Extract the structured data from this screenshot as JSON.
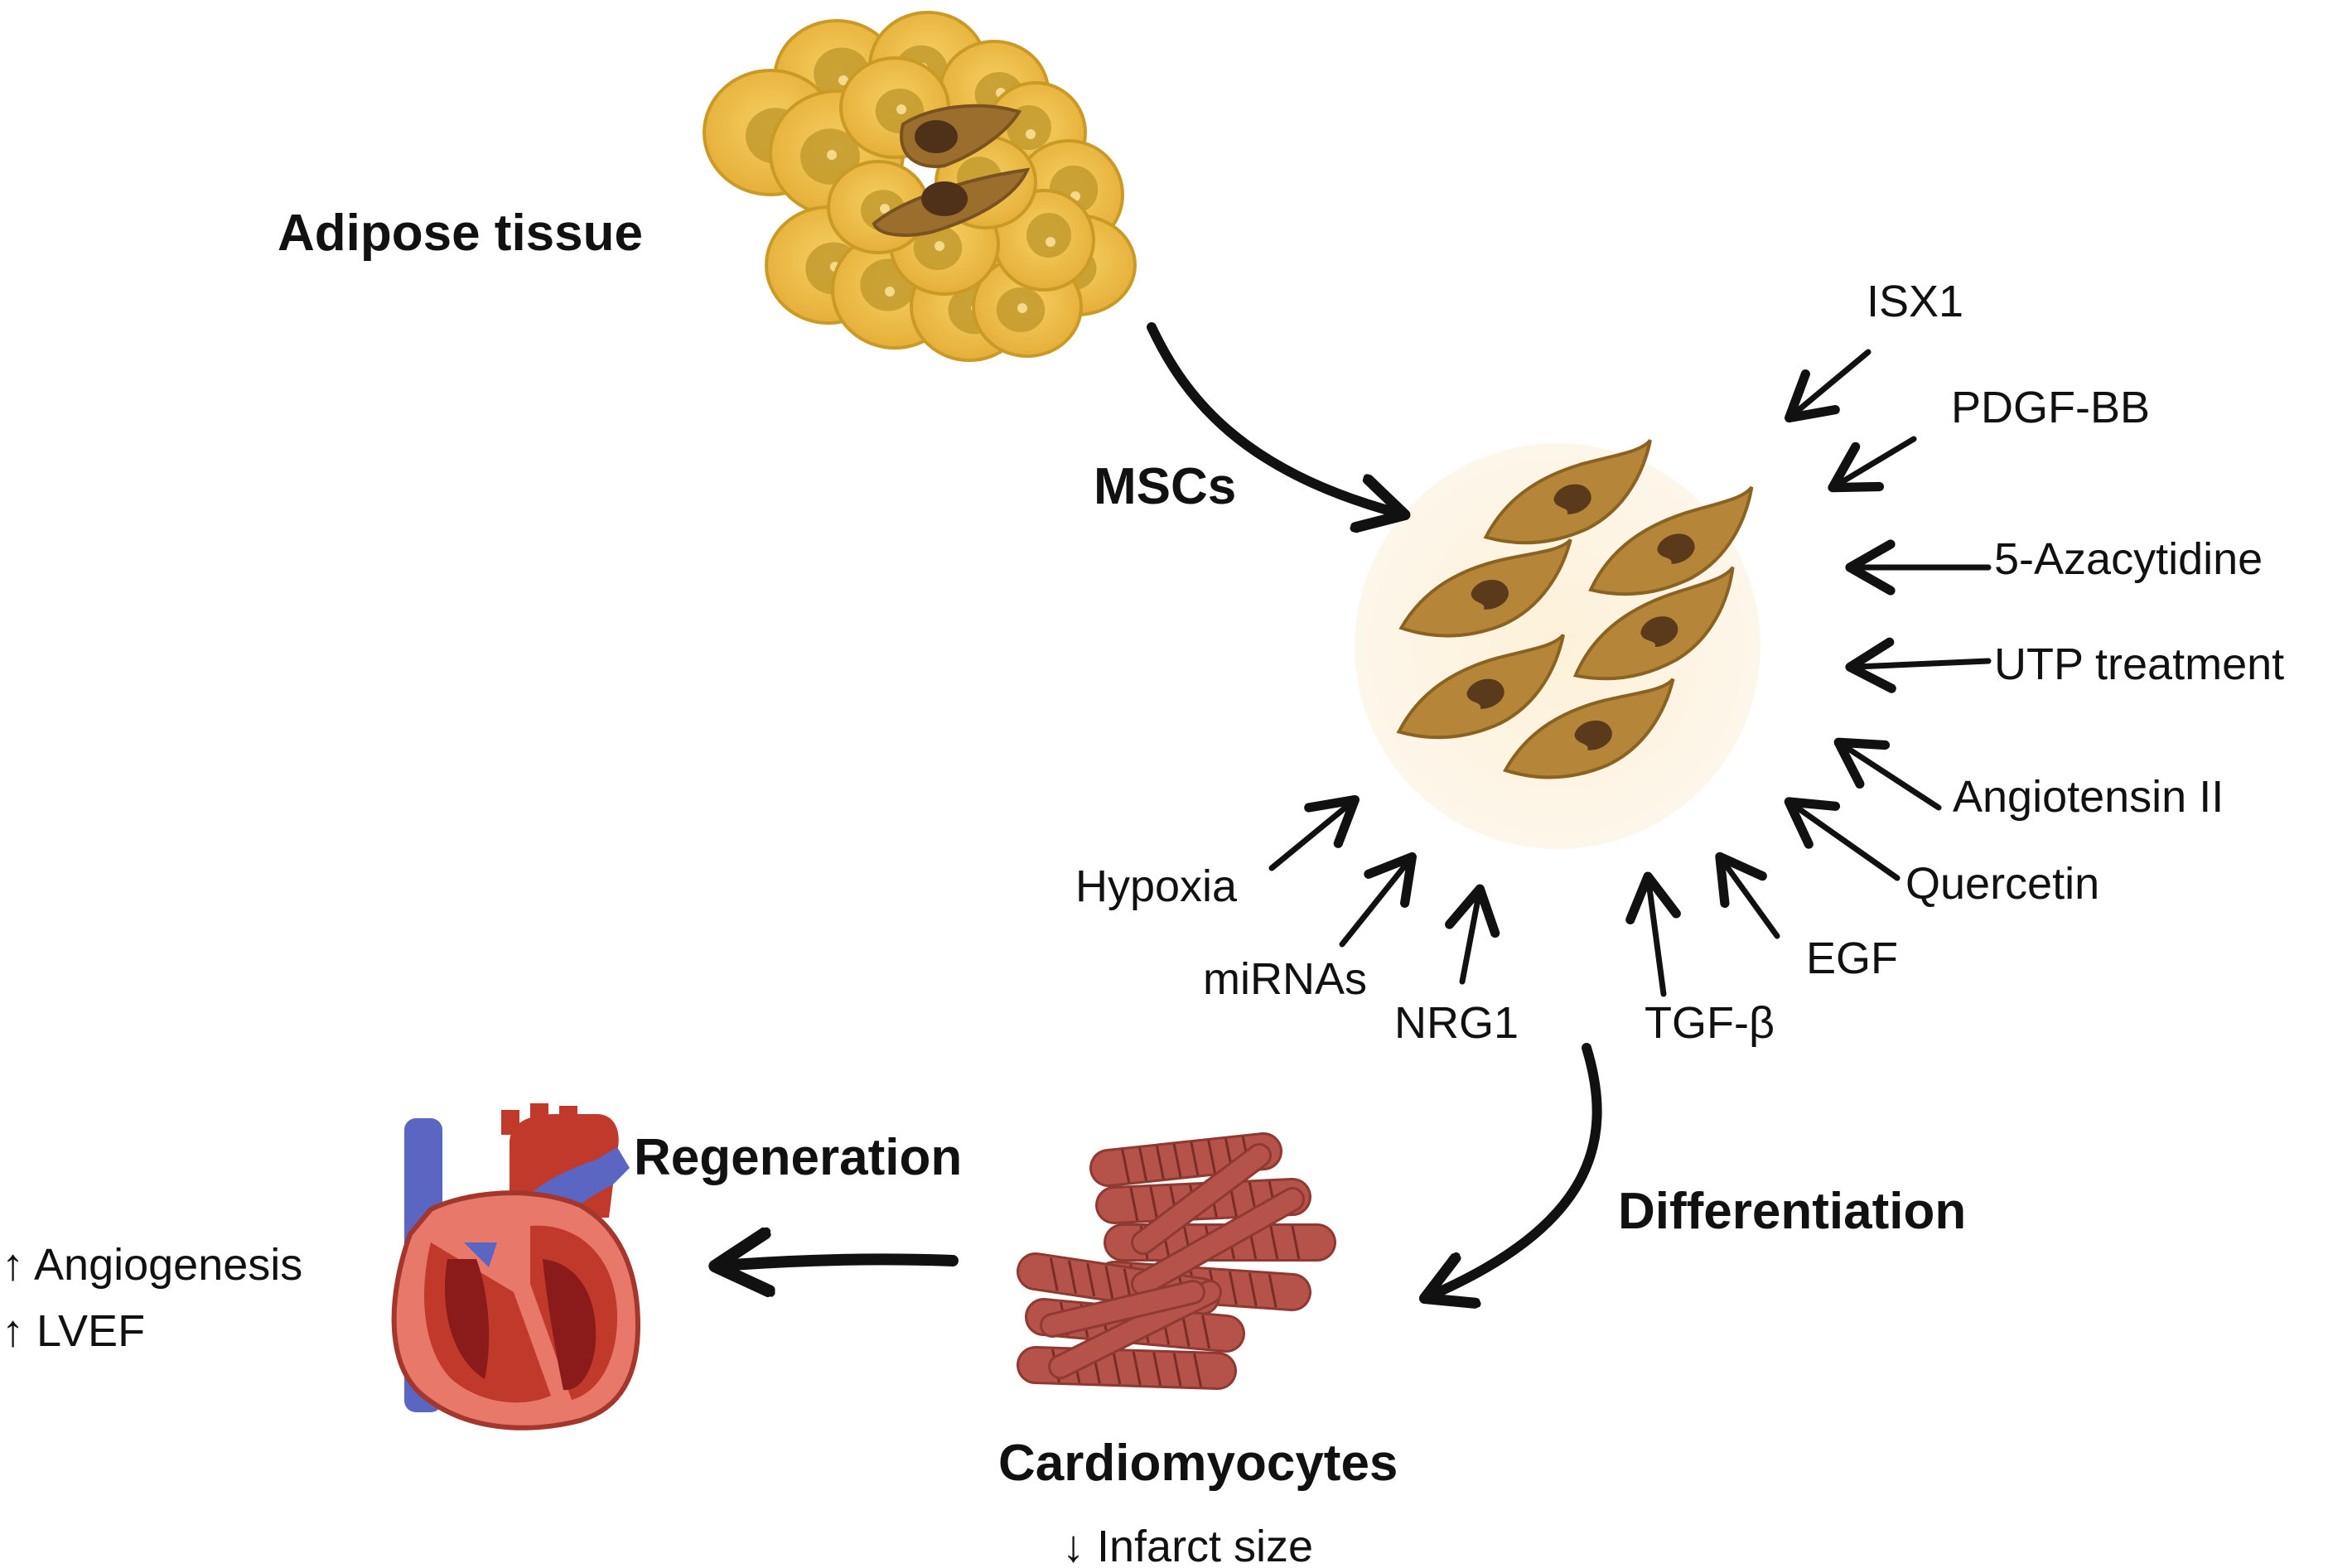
{
  "source": {
    "label": "Adipose tissue"
  },
  "transition": {
    "label": "MSCs"
  },
  "factors": [
    {
      "id": "isx1",
      "label": "ISX1"
    },
    {
      "id": "pdgf",
      "label": "PDGF-BB"
    },
    {
      "id": "azacytidine",
      "label": "5-Azacytidine"
    },
    {
      "id": "utp",
      "label": "UTP treatment"
    },
    {
      "id": "angiotensin",
      "label": "Angiotensin II"
    },
    {
      "id": "quercetin",
      "label": "Quercetin"
    },
    {
      "id": "egf",
      "label": "EGF"
    },
    {
      "id": "tgf",
      "label": "TGF-β"
    },
    {
      "id": "nrg1",
      "label": "NRG1"
    },
    {
      "id": "mirnas",
      "label": "miRNAs"
    },
    {
      "id": "hypoxia",
      "label": "Hypoxia"
    }
  ],
  "differentiation": {
    "label": "Differentiation"
  },
  "cardiomyocytes": {
    "label": "Cardiomyocytes",
    "outcome": "↓ Infarct size"
  },
  "regeneration": {
    "label": "Regeneration"
  },
  "heart_outcomes": [
    "↑ Angiogenesis",
    "↑ LVEF"
  ],
  "colors": {
    "adipocyte_fill": "#f2c04d",
    "adipocyte_edge": "#c99a25",
    "adipocyte_nucleus": "#b0902a",
    "msc_fill": "#b5863a",
    "msc_nucleus": "#5b3a1c",
    "msc_background": "#fdf3df",
    "muscle": "#b5524a",
    "heart_red": "#c0392b",
    "heart_dark": "#8b1a1a",
    "vessel_blue": "#5b66c2",
    "arrow": "#111111"
  }
}
